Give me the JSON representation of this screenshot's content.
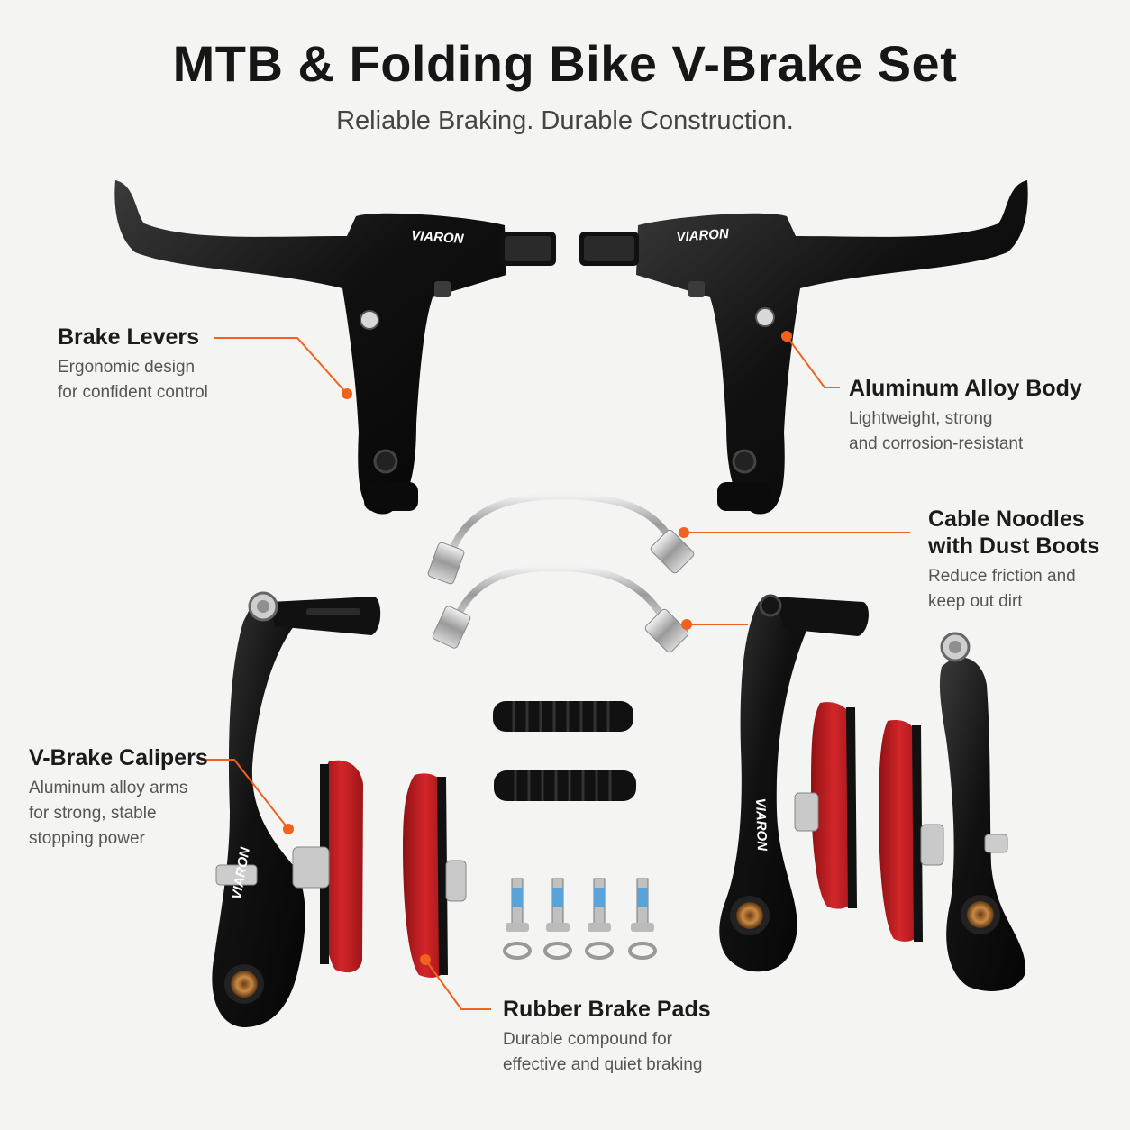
{
  "header": {
    "title": "MTB & Folding Bike V-Brake Set",
    "subtitle": "Reliable Braking. Durable Construction."
  },
  "brand_mark": "VIARON",
  "accent_color": "#f0621e",
  "callouts": {
    "levers": {
      "title": "Brake Levers",
      "line1": "Ergonomic design",
      "line2": "for confident control"
    },
    "body": {
      "title": "Aluminum Alloy Body",
      "line1": "Lightweight, strong",
      "line2": "and corrosion-resistant"
    },
    "noodles": {
      "title1": "Cable Noodles",
      "title2": "with Dust Boots",
      "line1": "Reduce friction and",
      "line2": "keep out dirt"
    },
    "calipers": {
      "title": "V-Brake Calipers",
      "line1": "Aluminum alloy arms",
      "line2": "for strong, stable",
      "line3": "stopping power"
    },
    "pads": {
      "title": "Rubber Brake Pads",
      "line1": "Durable compound for",
      "line2": "effective and quiet braking"
    }
  }
}
